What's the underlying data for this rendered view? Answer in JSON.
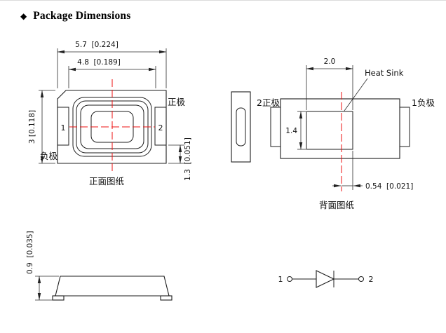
{
  "title": {
    "bullet": "◆",
    "text": "Package Dimensions"
  },
  "colors": {
    "line": "#1c1c1c",
    "centerline": "#ee1111",
    "background": "#ffffff"
  },
  "front_view": {
    "caption": "正面图纸",
    "dim_overall_width": "5.7  [0.224]",
    "dim_body_width": "4.8  [0.189]",
    "dim_height": "3 [0.118]",
    "dim_terminal_height": "1.3  [0.051]",
    "pin1": "1",
    "pin2": "2",
    "anode_label": "正极",
    "cathode_label": "负极"
  },
  "back_view": {
    "caption": "背面图纸",
    "dim_heatsink_width": "2.0",
    "heatsink_label": "Heat Sink",
    "pin2_label": "2正极",
    "pin1_label": "1负极",
    "dim_heatsink_height": "1.4",
    "dim_pad_offset": "0.54  [0.021]"
  },
  "profile_view": {
    "dim_thickness": "0.9  [0.035]"
  },
  "schematic": {
    "pin1": "1",
    "pin2": "2"
  }
}
